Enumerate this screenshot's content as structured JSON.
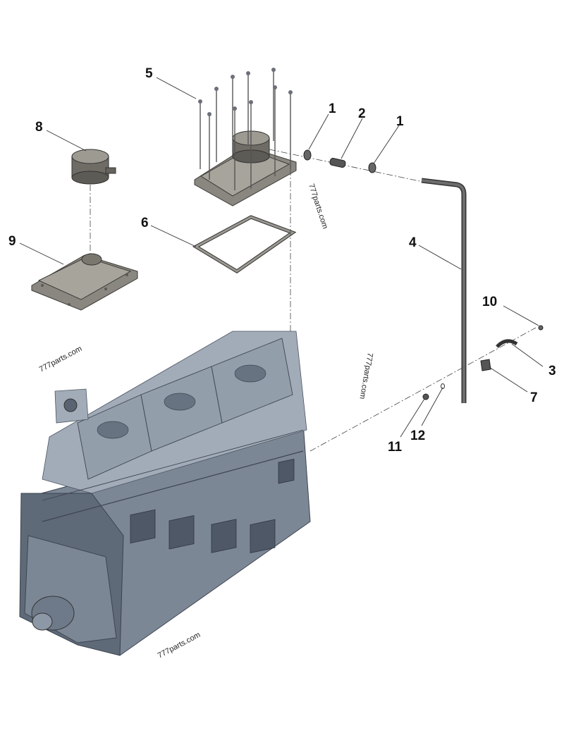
{
  "callouts": {
    "c1a": "1",
    "c2": "2",
    "c1b": "1",
    "c3": "3",
    "c4": "4",
    "c5": "5",
    "c6": "6",
    "c7": "7",
    "c8": "8",
    "c9": "9",
    "c10": "10",
    "c11": "11",
    "c12": "12"
  },
  "watermark": {
    "w1": "777parts.com",
    "w2": "777parts.com",
    "w3": "777parts.com",
    "w4": "777parts.com"
  },
  "colors": {
    "block": "#7c8796",
    "cover": "#8a8780",
    "background": "#ffffff"
  }
}
